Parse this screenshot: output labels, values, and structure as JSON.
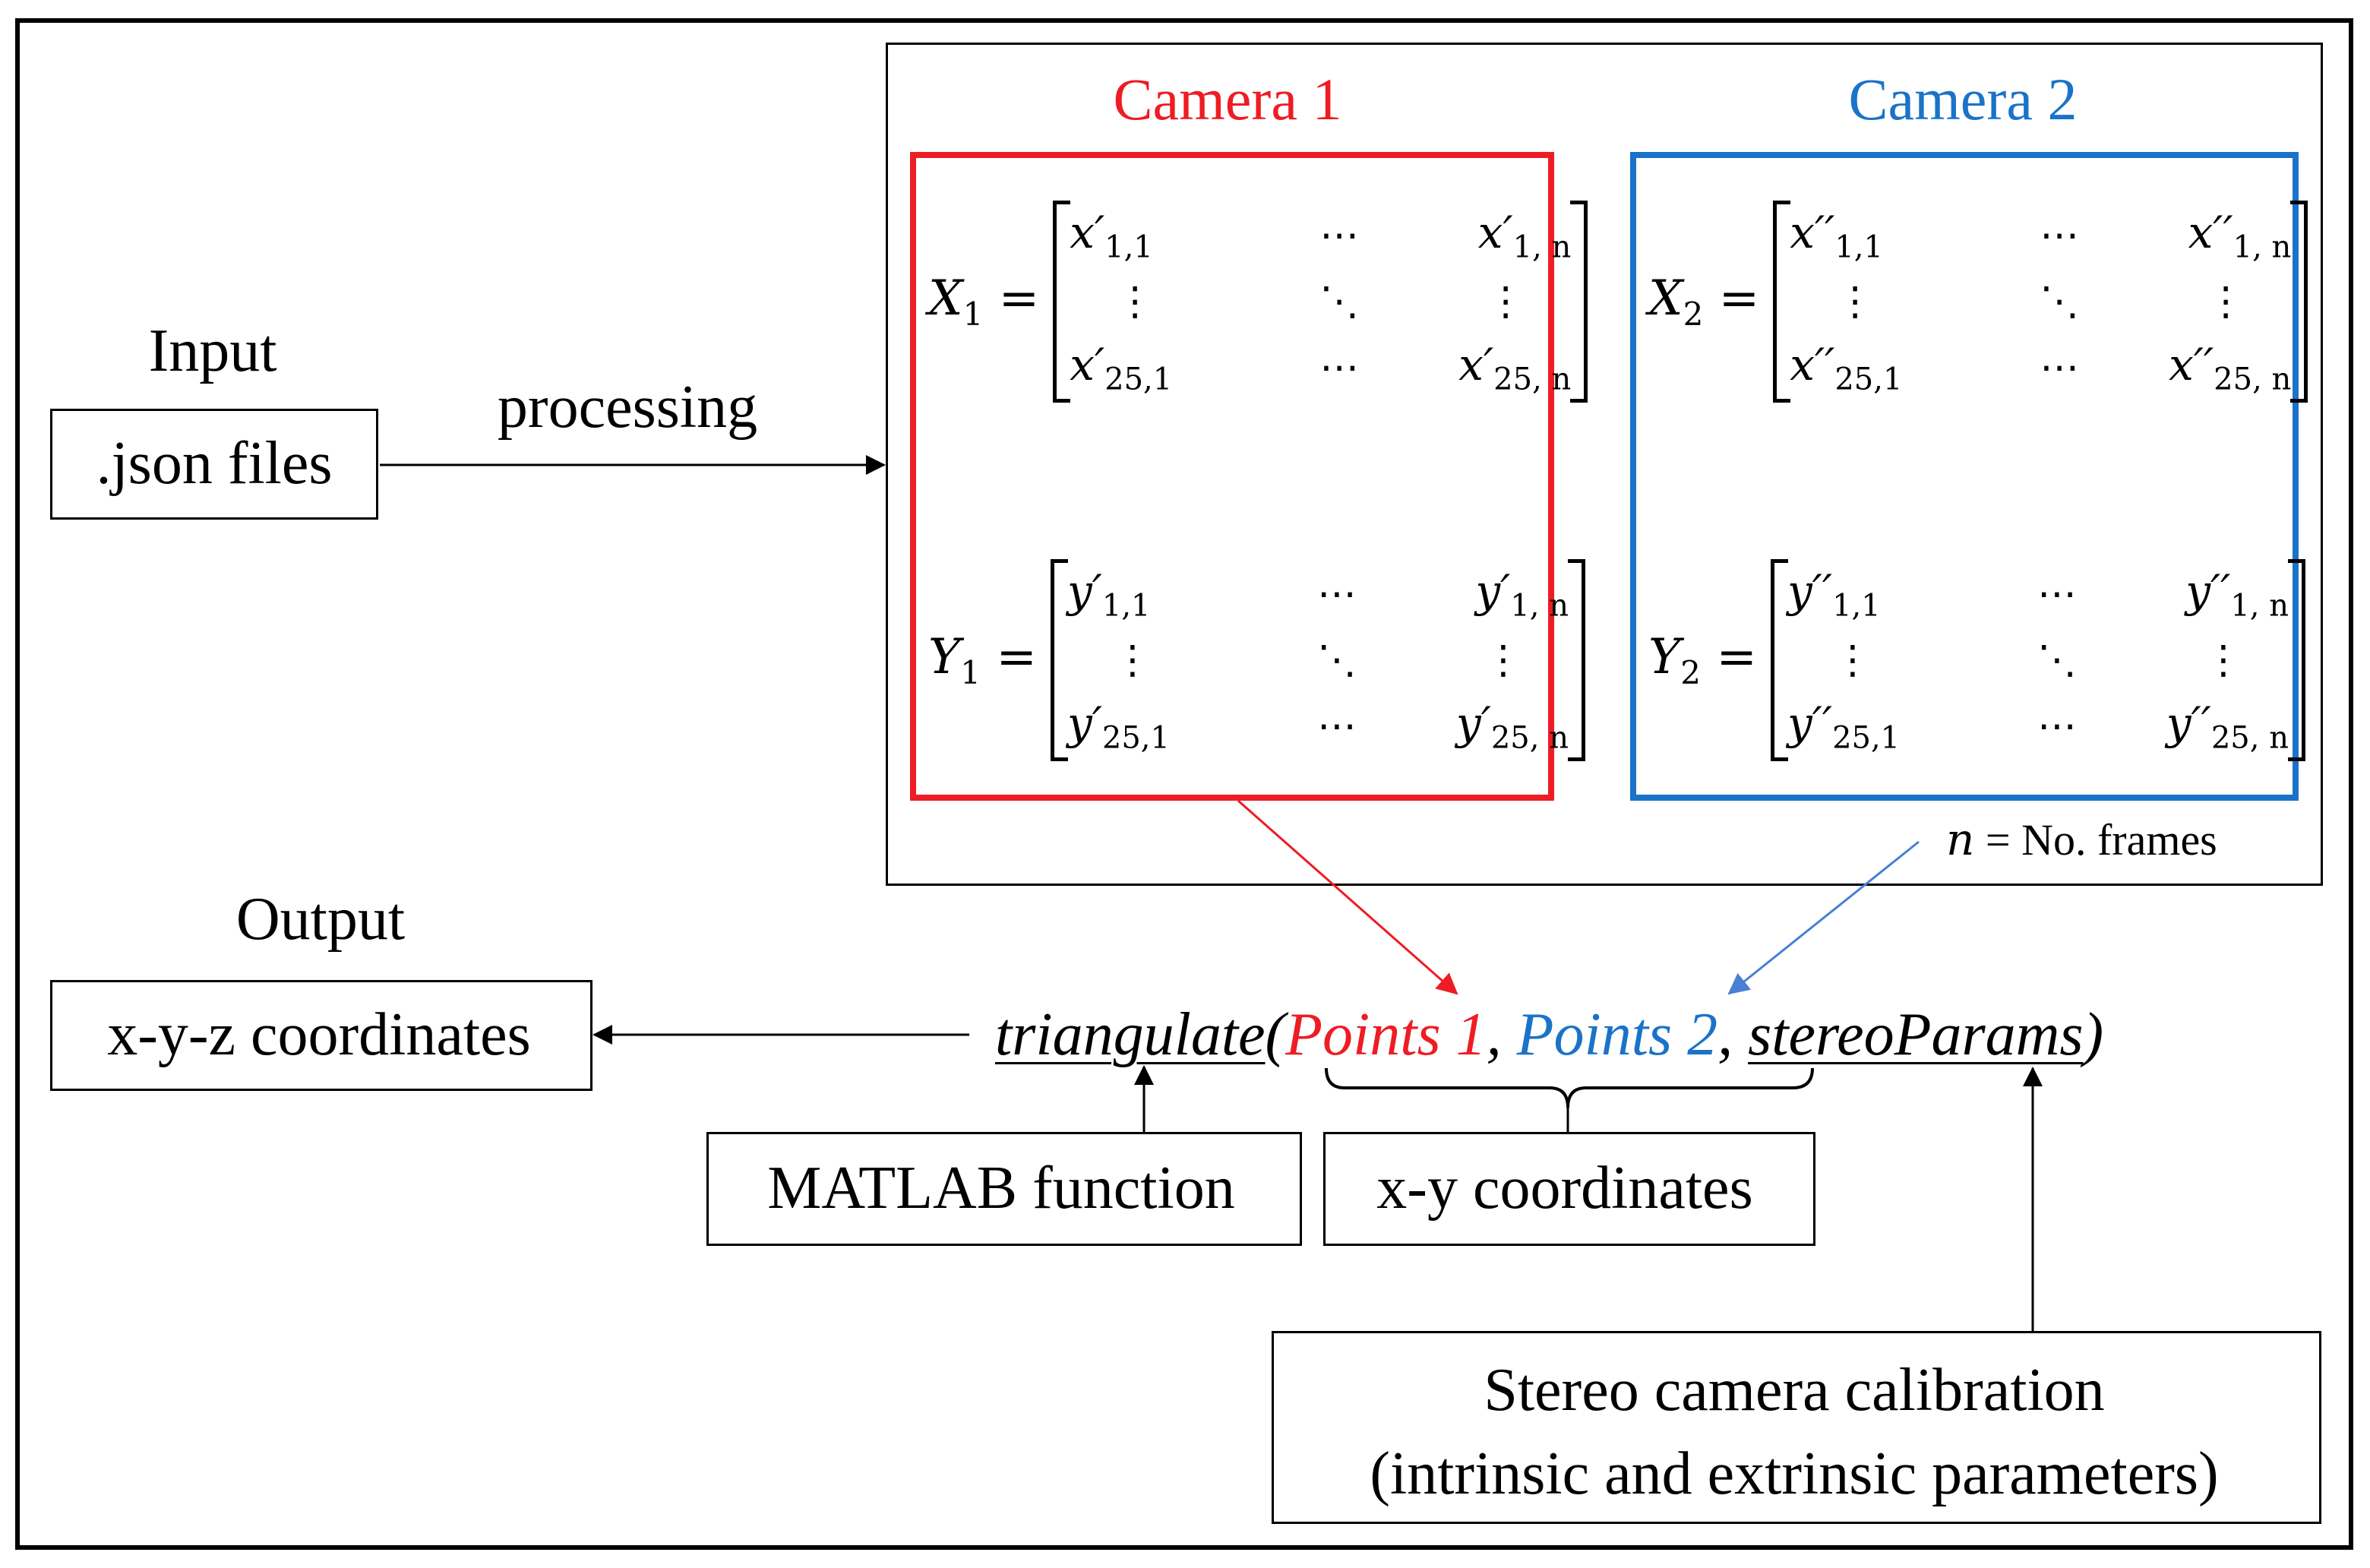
{
  "input": {
    "heading": "Input",
    "box_label": ".json files",
    "arrow_label": "processing"
  },
  "output": {
    "heading": "Output",
    "box_label": "x-y-z coordinates"
  },
  "camera1": {
    "title": "Camera 1",
    "color": "#ee1c24",
    "matrix_x": {
      "lhs": "X",
      "lhs_sub": "1",
      "cells": [
        [
          "x′",
          "1,1",
          "⋯",
          "x′",
          "1, n"
        ],
        [
          "⋮",
          "",
          "⋱",
          "⋮",
          ""
        ],
        [
          "x′",
          "25,1",
          "⋯",
          "x′",
          "25, n"
        ]
      ]
    },
    "matrix_y": {
      "lhs": "Y",
      "lhs_sub": "1",
      "cells": [
        [
          "y′",
          "1,1",
          "⋯",
          "y′",
          "1, n"
        ],
        [
          "⋮",
          "",
          "⋱",
          "⋮",
          ""
        ],
        [
          "y′",
          "25,1",
          "⋯",
          "y′",
          "25, n"
        ]
      ]
    }
  },
  "camera2": {
    "title": "Camera 2",
    "color": "#1a73c8",
    "matrix_x": {
      "lhs": "X",
      "lhs_sub": "2",
      "cells": [
        [
          "x′′",
          "1,1",
          "⋯",
          "x′′",
          "1, n"
        ],
        [
          "⋮",
          "",
          "⋱",
          "⋮",
          ""
        ],
        [
          "x′′",
          "25,1",
          "⋯",
          "x′′",
          "25, n"
        ]
      ]
    },
    "matrix_y": {
      "lhs": "Y",
      "lhs_sub": "2",
      "cells": [
        [
          "y′′",
          "1,1",
          "⋯",
          "y′′",
          "1, n"
        ],
        [
          "⋮",
          "",
          "⋱",
          "⋮",
          ""
        ],
        [
          "y′′",
          "25,1",
          "⋯",
          "y′′",
          "25, n"
        ]
      ]
    }
  },
  "frames_note": {
    "var": "n",
    "text": "= No. frames"
  },
  "function_call": {
    "name": "triangulate",
    "open": "(",
    "arg1": "Points 1",
    "sep1": ",",
    "arg2": "Points 2",
    "sep2": ",",
    "arg3": "stereoParams",
    "close": ")"
  },
  "labels": {
    "matlab_function": "MATLAB function",
    "xy_coordinates": "x-y coordinates",
    "calibration_line1": "Stereo camera calibration",
    "calibration_line2": "(intrinsic and extrinsic parameters)"
  },
  "colors": {
    "camera1_red": "#ee1c24",
    "camera2_blue": "#1a73c8",
    "camera2_arrow": "#4a7fd4",
    "line": "#000000"
  }
}
